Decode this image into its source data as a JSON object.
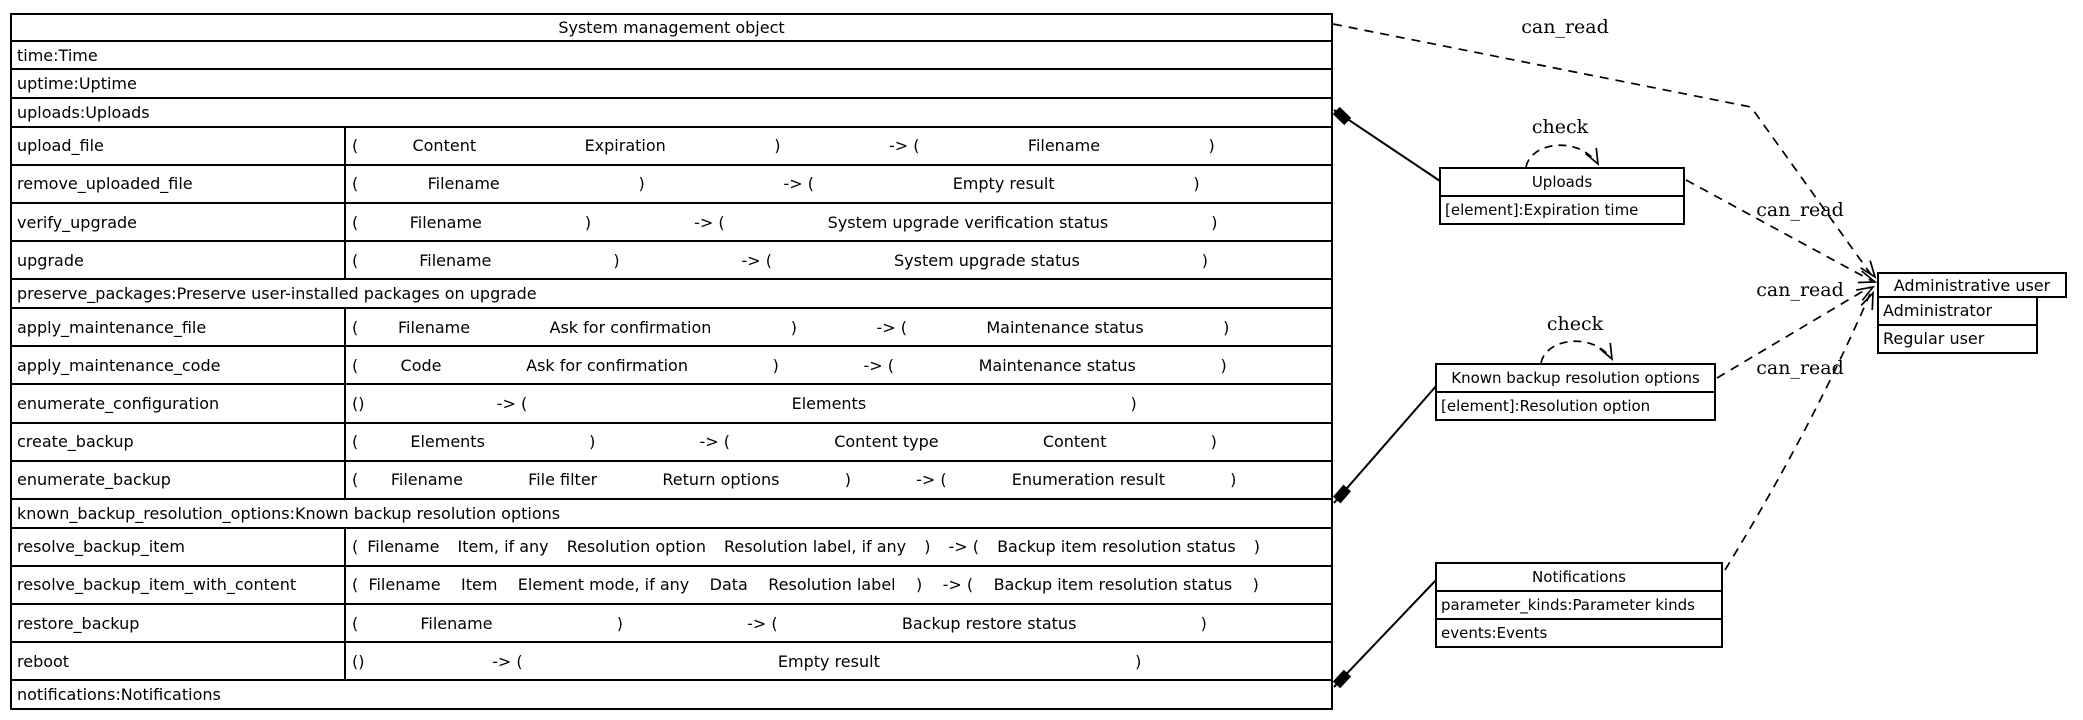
{
  "diagram": {
    "main_table": {
      "title": "System management object",
      "rows": [
        {
          "type": "attr",
          "text": "time:Time"
        },
        {
          "type": "attr",
          "text": "uptime:Uptime"
        },
        {
          "type": "attr",
          "text": "uploads:Uploads"
        },
        {
          "type": "method",
          "name": "upload_file",
          "tokens": [
            "(",
            "Content",
            "Expiration",
            ")",
            "-> (",
            "Filename",
            ")"
          ]
        },
        {
          "type": "method",
          "name": "remove_uploaded_file",
          "tokens": [
            "(",
            "Filename",
            ")",
            "-> (",
            "Empty result",
            ")"
          ]
        },
        {
          "type": "method",
          "name": "verify_upgrade",
          "tokens": [
            "(",
            "Filename",
            ")",
            "-> (",
            "System upgrade verification status",
            ")"
          ]
        },
        {
          "type": "method",
          "name": "upgrade",
          "tokens": [
            "(",
            "Filename",
            ")",
            "-> (",
            "System upgrade status",
            ")"
          ]
        },
        {
          "type": "attr",
          "text": "preserve_packages:Preserve user-installed packages on upgrade"
        },
        {
          "type": "method",
          "name": "apply_maintenance_file",
          "tokens": [
            "(",
            "Filename",
            "Ask for confirmation",
            ")",
            "-> (",
            "Maintenance status",
            ")"
          ]
        },
        {
          "type": "method",
          "name": "apply_maintenance_code",
          "tokens": [
            "(",
            "Code",
            "Ask for confirmation",
            ")",
            "-> (",
            "Maintenance status",
            ")"
          ]
        },
        {
          "type": "method",
          "name": "enumerate_configuration",
          "tokens": [
            "()",
            "-> (",
            "Elements",
            ")"
          ]
        },
        {
          "type": "method",
          "name": "create_backup",
          "tokens": [
            "(",
            "Elements",
            ")",
            "-> (",
            "Content type",
            "Content",
            ")"
          ]
        },
        {
          "type": "method",
          "name": "enumerate_backup",
          "tokens": [
            "(",
            "Filename",
            "File filter",
            "Return options",
            ")",
            "-> (",
            "Enumeration result",
            ")"
          ]
        },
        {
          "type": "attr",
          "text": "known_backup_resolution_options:Known backup resolution options"
        },
        {
          "type": "method",
          "name": "resolve_backup_item",
          "tokens": [
            "(",
            "Filename",
            "Item, if any",
            "Resolution option",
            "Resolution label, if any",
            ")",
            "-> (",
            "Backup item resolution status",
            ")"
          ]
        },
        {
          "type": "method",
          "name": "resolve_backup_item_with_content",
          "tokens": [
            "(",
            "Filename",
            "Item",
            "Element mode, if any",
            "Data",
            "Resolution label",
            ")",
            "-> (",
            "Backup item resolution status",
            ")"
          ]
        },
        {
          "type": "method",
          "name": "restore_backup",
          "tokens": [
            "(",
            "Filename",
            ")",
            "-> (",
            "Backup restore status",
            ")"
          ]
        },
        {
          "type": "method",
          "name": "reboot",
          "tokens": [
            "()",
            "-> (",
            "Empty result",
            ")"
          ]
        },
        {
          "type": "attr",
          "text": "notifications:Notifications"
        }
      ]
    },
    "nodes": {
      "uploads": {
        "title": "Uploads",
        "attrs": [
          "[element]:Expiration time"
        ]
      },
      "known_backup": {
        "title": "Known backup resolution options",
        "attrs": [
          "[element]:Resolution option"
        ]
      },
      "notifications": {
        "title": "Notifications",
        "attrs": [
          "parameter_kinds:Parameter kinds",
          "events:Events"
        ]
      },
      "admin_user": {
        "title": "Administrative user",
        "values": [
          "Administrator",
          "Regular user"
        ]
      }
    },
    "edges": [
      {
        "from": "System management object",
        "to": "Administrative user",
        "label": "can_read",
        "style": "dashed"
      },
      {
        "from": "Uploads",
        "to": "Uploads",
        "label": "check",
        "style": "dashed"
      },
      {
        "from": "Uploads",
        "to": "Administrative user",
        "label": "can_read",
        "style": "dashed"
      },
      {
        "from": "Known backup resolution options",
        "to": "Known backup resolution options",
        "label": "check",
        "style": "dashed"
      },
      {
        "from": "Known backup resolution options",
        "to": "Administrative user",
        "label": "can_read",
        "style": "dashed"
      },
      {
        "from": "Notifications",
        "to": "Administrative user",
        "label": "can_read",
        "style": "dashed"
      },
      {
        "from": "uploads:Uploads",
        "to": "Uploads",
        "label": "",
        "style": "solid-composition"
      },
      {
        "from": "known_backup_resolution_options",
        "to": "Known backup resolution options",
        "label": "",
        "style": "solid-composition"
      },
      {
        "from": "notifications:Notifications",
        "to": "Notifications",
        "label": "",
        "style": "solid-composition"
      }
    ],
    "colors": {
      "stroke": "#000000",
      "background": "#ffffff"
    }
  }
}
